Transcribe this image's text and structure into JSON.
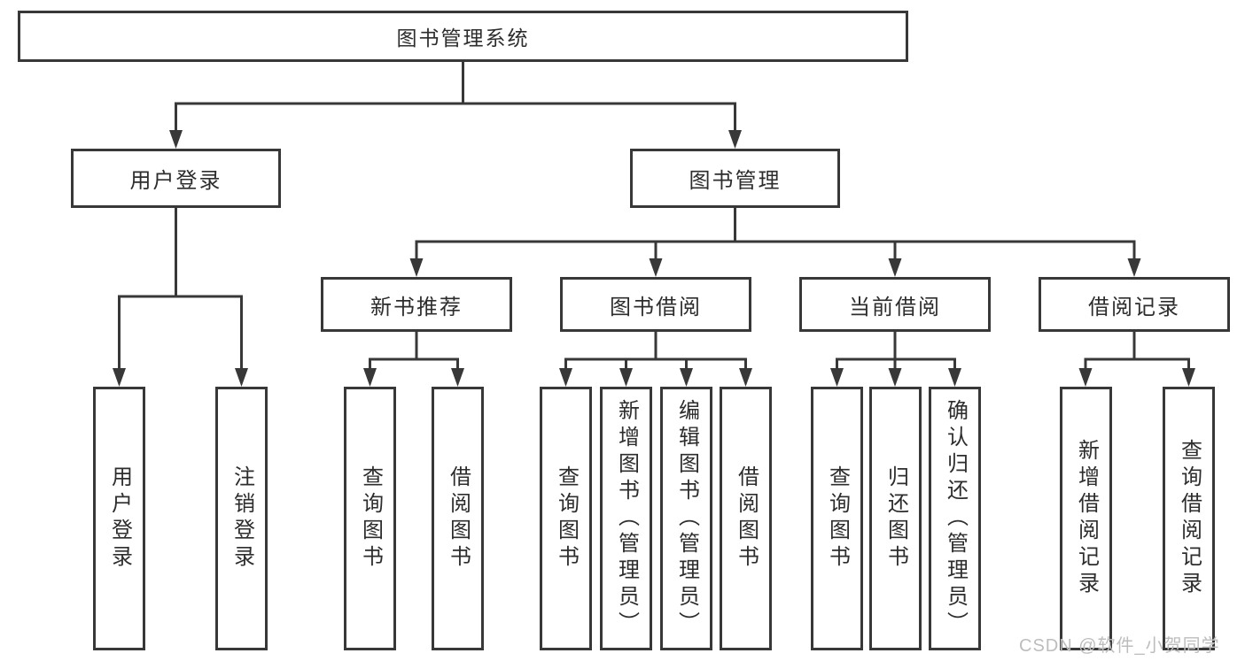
{
  "diagram": {
    "type": "hierarchy",
    "root": {
      "label": "图书管理系统"
    },
    "modules": [
      {
        "label": "用户登录",
        "features": [
          {
            "label": "用户登录"
          },
          {
            "label": "注销登录"
          }
        ]
      },
      {
        "label": "图书管理",
        "submodules": [
          {
            "label": "新书推荐",
            "features": [
              {
                "label": "查询图书"
              },
              {
                "label": "借阅图书"
              }
            ]
          },
          {
            "label": "图书借阅",
            "features": [
              {
                "label": "查询图书"
              },
              {
                "label": "新增图书（管理员）"
              },
              {
                "label": "编辑图书（管理员）"
              },
              {
                "label": "借阅图书"
              }
            ]
          },
          {
            "label": "当前借阅",
            "features": [
              {
                "label": "查询图书"
              },
              {
                "label": "归还图书"
              },
              {
                "label": "确认归还（管理员）"
              }
            ]
          },
          {
            "label": "借阅记录",
            "features": [
              {
                "label": "新增借阅记录"
              },
              {
                "label": "查询借阅记录"
              }
            ]
          }
        ]
      }
    ],
    "colors": {
      "line": "#383838",
      "box_border": "#383838",
      "box_fill": "#ffffff",
      "text": "#2d2d2d"
    }
  },
  "watermark": {
    "text": "CSDN @软件_小贺同学",
    "color": "#bdbdbd"
  }
}
